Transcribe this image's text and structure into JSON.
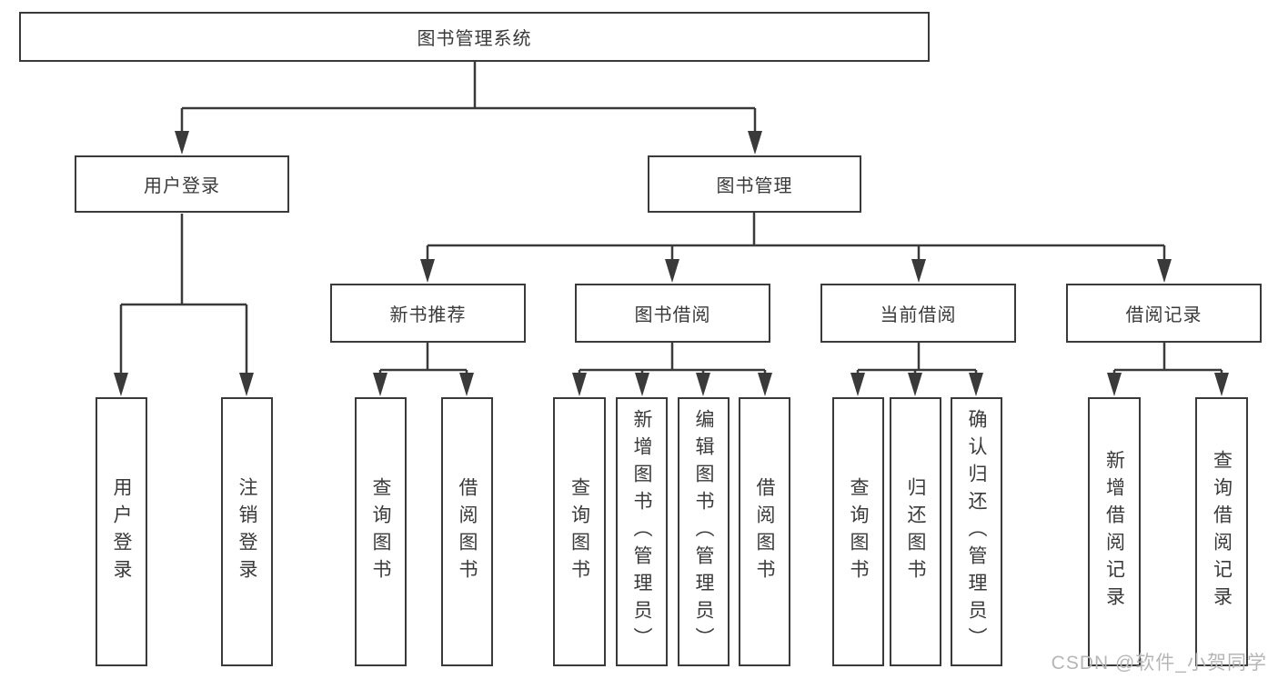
{
  "diagram": {
    "root": {
      "label": "图书管理系统"
    },
    "level2": [
      {
        "label": "用户登录"
      },
      {
        "label": "图书管理"
      }
    ],
    "level3": [
      {
        "label": "新书推荐"
      },
      {
        "label": "图书借阅"
      },
      {
        "label": "当前借阅"
      },
      {
        "label": "借阅记录"
      }
    ],
    "leaves": [
      {
        "label": "用户登录"
      },
      {
        "label": "注销登录"
      },
      {
        "label": "查询图书"
      },
      {
        "label": "借阅图书"
      },
      {
        "label": "查询图书"
      },
      {
        "label": "新增图书（管理员）"
      },
      {
        "label": "编辑图书（管理员）"
      },
      {
        "label": "借阅图书"
      },
      {
        "label": "查询图书"
      },
      {
        "label": "归还图书"
      },
      {
        "label": "确认归还（管理员）"
      },
      {
        "label": "新增借阅记录"
      },
      {
        "label": "查询借阅记录"
      }
    ],
    "watermark": {
      "text": "CSDN @软件_小贺同学"
    },
    "colors": {
      "line": "#3a3a3a",
      "text": "#3a3a3a",
      "watermark": "#b6b6b6",
      "background": "#ffffff"
    }
  }
}
